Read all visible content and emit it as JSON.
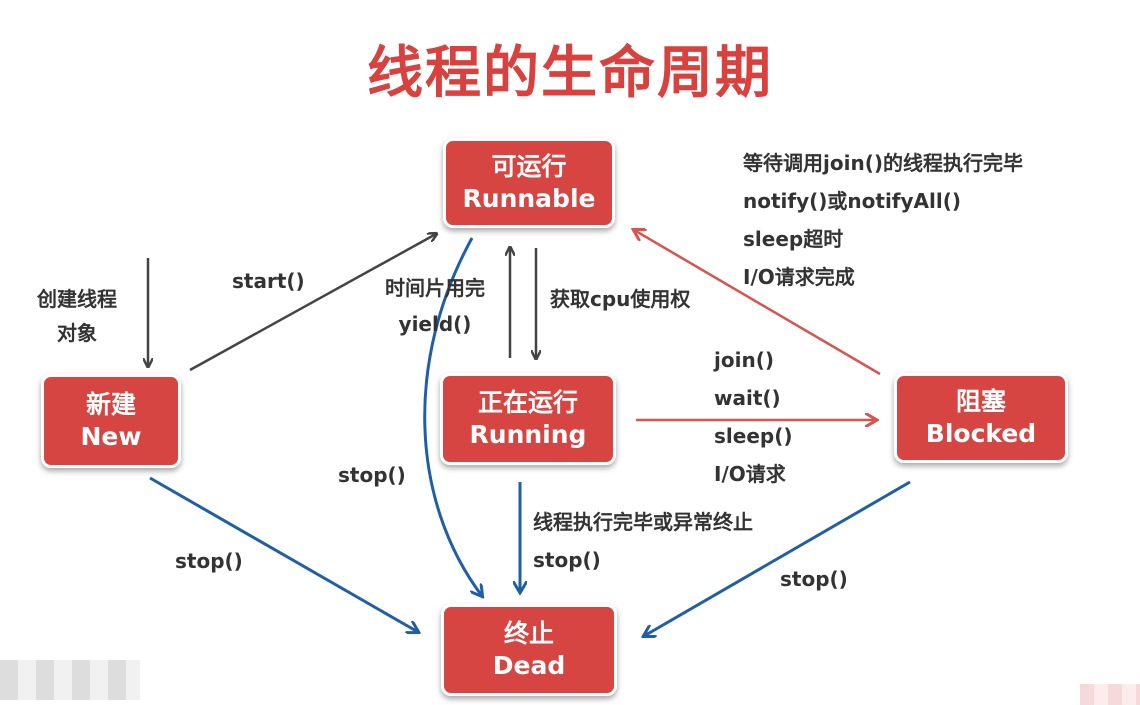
{
  "title": "线程的生命周期",
  "colors": {
    "node_fill": "#d64541",
    "title": "#d9413e",
    "arrow_dark": "#444444",
    "arrow_blue": "#1f5fa6",
    "arrow_red": "#d9534f"
  },
  "nodes": {
    "runnable": {
      "cn": "可运行",
      "en": "Runnable"
    },
    "new": {
      "cn": "新建",
      "en": "New"
    },
    "running": {
      "cn": "正在运行",
      "en": "Running"
    },
    "blocked": {
      "cn": "阻塞",
      "en": "Blocked"
    },
    "dead": {
      "cn": "终止",
      "en": "Dead"
    }
  },
  "labels": {
    "create": [
      "创建线程",
      "对象"
    ],
    "start": "start()",
    "timeslice": [
      "时间片用完",
      "yield()"
    ],
    "getcpu": "获取cpu使用权",
    "blocked_to_runnable": [
      "等待调用join()的线程执行完毕",
      "notify()或notifyAll()",
      "sleep超时",
      "I/O请求完成"
    ],
    "running_to_blocked": [
      "join()",
      "wait()",
      "sleep()",
      "I/O请求"
    ],
    "runnable_stop": "stop()",
    "new_stop": "stop()",
    "running_end": [
      "线程执行完毕或异常终止",
      "stop()"
    ],
    "blocked_stop": "stop()"
  }
}
